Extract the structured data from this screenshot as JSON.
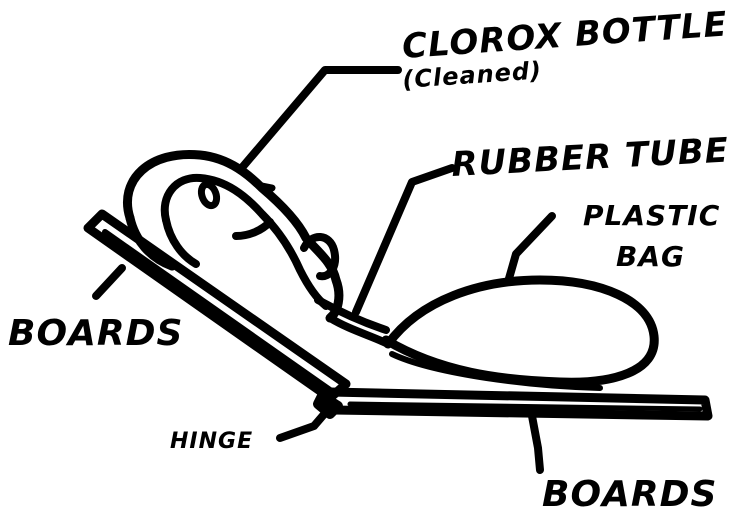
{
  "labels": {
    "clorox_line1": "CLOROX BOTTLE",
    "clorox_line2": "(Cleaned)",
    "rubber_tube": "RUBBER TUBE",
    "plastic_line1": "PLASTIC",
    "plastic_line2": "BAG",
    "boards_left": "BOARDS",
    "hinge": "HINGE",
    "boards_bottom": "BOARDS"
  },
  "colors": {
    "ink": "#000000",
    "paper": "#ffffff"
  }
}
